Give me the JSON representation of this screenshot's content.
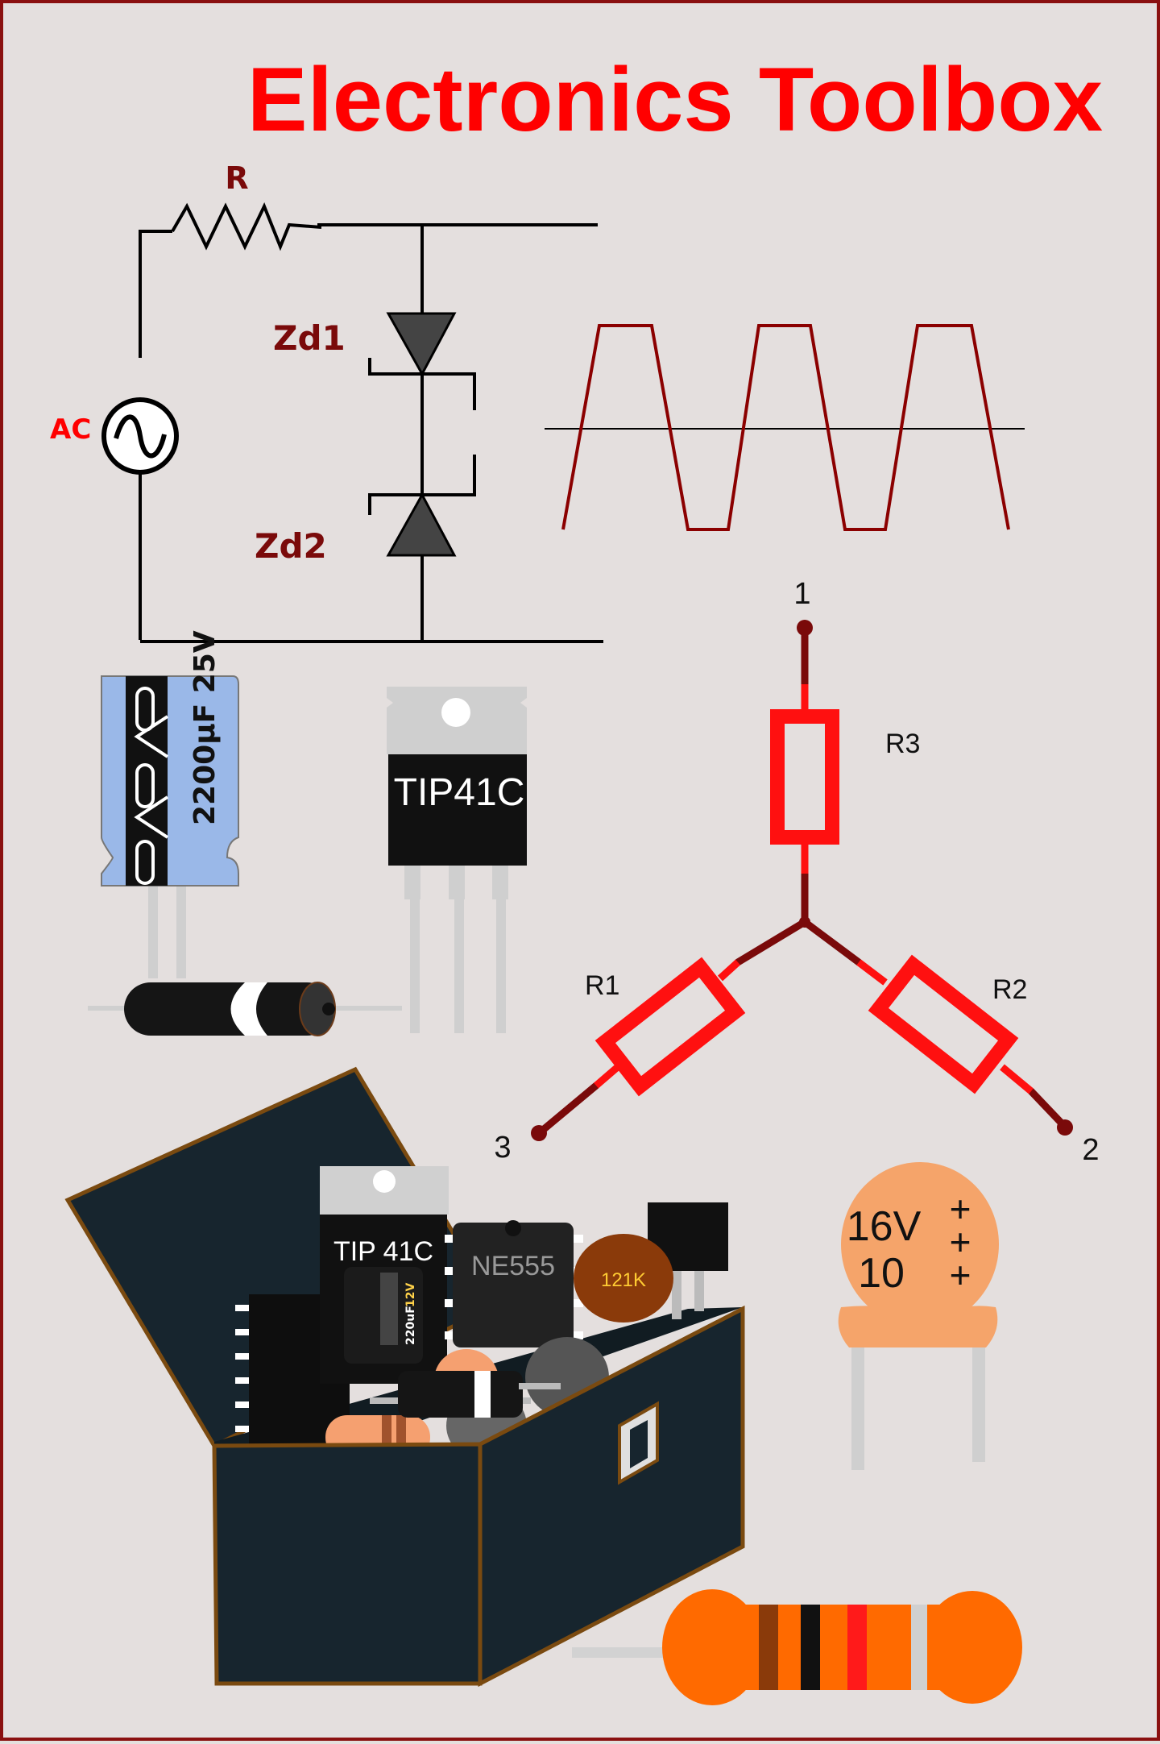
{
  "poster": {
    "title": "Electronics Toolbox",
    "title_color": "#ff0000",
    "background": "#e4dfde",
    "frame_color": "#8a1010"
  },
  "zener_circuit": {
    "resistor_label": "R",
    "source_label": "AC",
    "zener1_label": "Zd1",
    "zener2_label": "Zd2",
    "label_color": "#7a0a0a",
    "source_icon": "ac-sine-icon"
  },
  "capacitor": {
    "label": "2200µF 25V",
    "color": "#9ab8e8"
  },
  "transistor": {
    "label": "TIP41C"
  },
  "star_network": {
    "resistors": [
      "R3",
      "R1",
      "R2"
    ],
    "nodes": [
      "1",
      "3",
      "2"
    ],
    "color": "#ff1010"
  },
  "ceramic_capacitor": {
    "voltage": "16V",
    "value": "10",
    "plus_marks": [
      "+",
      "+",
      "+"
    ],
    "color": "#f5a46a"
  },
  "toolbox": {
    "transistor_label": "TIP 41C",
    "ic_label": "NE555",
    "ceramic_label": "121K",
    "cap_label": "220uF",
    "cap_voltage": "12V",
    "color": "#17252e",
    "edge_color": "#7a4a10"
  },
  "resistor": {
    "color": "#ff6a00"
  }
}
